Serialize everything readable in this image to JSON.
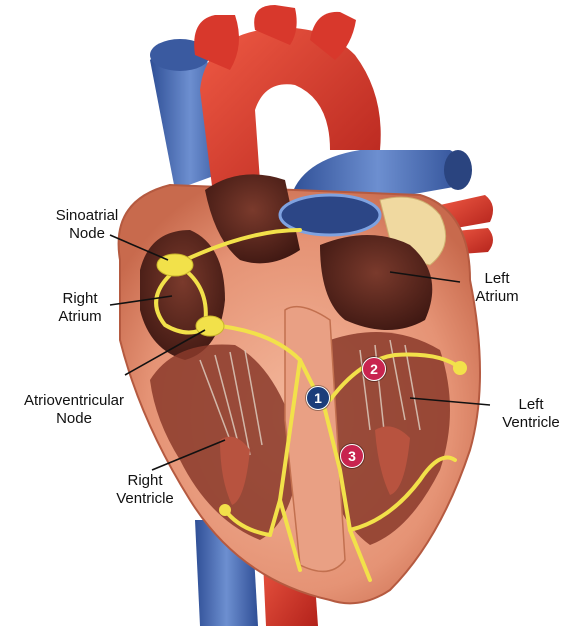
{
  "labels": {
    "sinoatrial_node": [
      "Sinoatrial",
      "Node"
    ],
    "right_atrium": [
      "Right",
      "Atrium"
    ],
    "atrioventricular_node": [
      "Atrioventricular",
      "Node"
    ],
    "right_ventricle": [
      "Right",
      "Ventricle"
    ],
    "left_atrium": [
      "Left",
      "Atrium"
    ],
    "left_ventricle": [
      "Left",
      "Ventricle"
    ]
  },
  "markers": [
    {
      "number": "1",
      "color": "#1b3d7a"
    },
    {
      "number": "2",
      "color": "#c8244f"
    },
    {
      "number": "3",
      "color": "#c8244f"
    }
  ],
  "colors": {
    "artery_red": "#d6332a",
    "vein_blue": "#4a6fb5",
    "muscle": "#e9a084",
    "conduction_yellow": "#f2e14a"
  }
}
